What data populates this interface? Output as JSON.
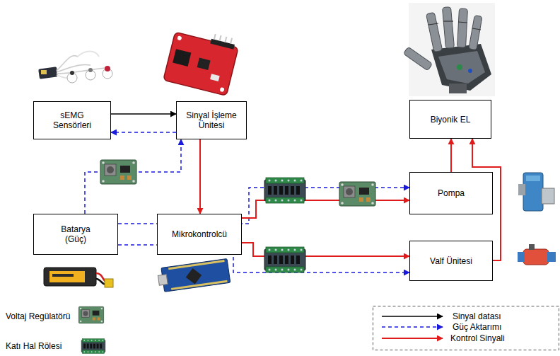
{
  "diagram": {
    "nodes": [
      {
        "text": [
          "sEMG Sensörleri"
        ]
      },
      {
        "text": [
          "Sinyal İşleme Ünitesi"
        ]
      },
      {
        "text": [
          "Biyonik EL"
        ]
      },
      {
        "text": [
          "Batarya (Güç)"
        ]
      },
      {
        "text": [
          "Mikrokontrolcü"
        ]
      },
      {
        "text": [
          "Pompa"
        ]
      },
      {
        "text": [
          "Valf Ünitesi"
        ]
      }
    ],
    "edges": [
      {
        "from": 0,
        "to": 1,
        "arrow": "to"
      },
      {
        "from": 1,
        "to": 0,
        "arrow": "to"
      },
      {
        "from": 3,
        "to": 1,
        "arrow": "to"
      },
      {
        "from": 1,
        "to": 4,
        "arrow": "to"
      },
      {
        "from": 3,
        "to": 5,
        "arrow": "to"
      },
      {
        "from": 3,
        "to": 6,
        "arrow": "to"
      },
      {
        "from": 4,
        "to": 5,
        "arrow": "to"
      },
      {
        "from": 4,
        "to": 6,
        "arrow": "to"
      },
      {
        "from": 5,
        "to": 2,
        "arrow": "to"
      },
      {
        "from": 6,
        "to": 2,
        "arrow": "to"
      }
    ],
    "legend": [
      {
        "text": "Voltaj Regülatörü"
      },
      {
        "text": "Katı Hal Rölesi"
      },
      {
        "text": "Sinyal datası"
      },
      {
        "text": "Güç Aktarımı"
      },
      {
        "text": "Kontrol Sinyali"
      }
    ]
  }
}
